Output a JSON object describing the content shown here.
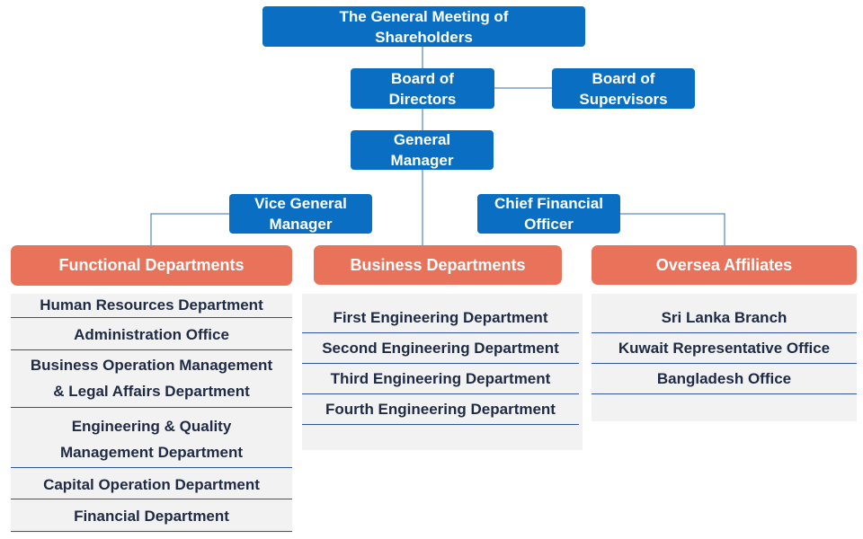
{
  "colors": {
    "blue_box": "#0a6fc2",
    "orange_header": "#e8735a",
    "panel": "#f2f2f2",
    "item_text": "#1f2a44",
    "item_rule": "#2f5597"
  },
  "governance": {
    "shareholders": "The General Meeting of\nShareholders",
    "board_directors": "Board of\nDirectors",
    "board_supervisors": "Board of\nSupervisors",
    "general_manager": "General\nManager",
    "vice_general_manager": "Vice General\nManager",
    "cfo": "Chief Financial\nOfficer"
  },
  "columns": {
    "functional": {
      "title": "Functional Departments",
      "items": [
        "Human Resources Department",
        "Administration Office",
        "Business Operation Management",
        "& Legal Affairs Department",
        "Engineering & Quality",
        "Management Department",
        "Capital Operation Department",
        "Financial Department"
      ]
    },
    "business": {
      "title": "Business Departments",
      "items": [
        "First Engineering Department",
        "Second Engineering Department",
        "Third Engineering Department",
        "Fourth Engineering Department"
      ]
    },
    "oversea": {
      "title": "Oversea Affiliates",
      "items": [
        "Sri Lanka Branch",
        "Kuwait Representative Office",
        "Bangladesh Office"
      ]
    }
  }
}
